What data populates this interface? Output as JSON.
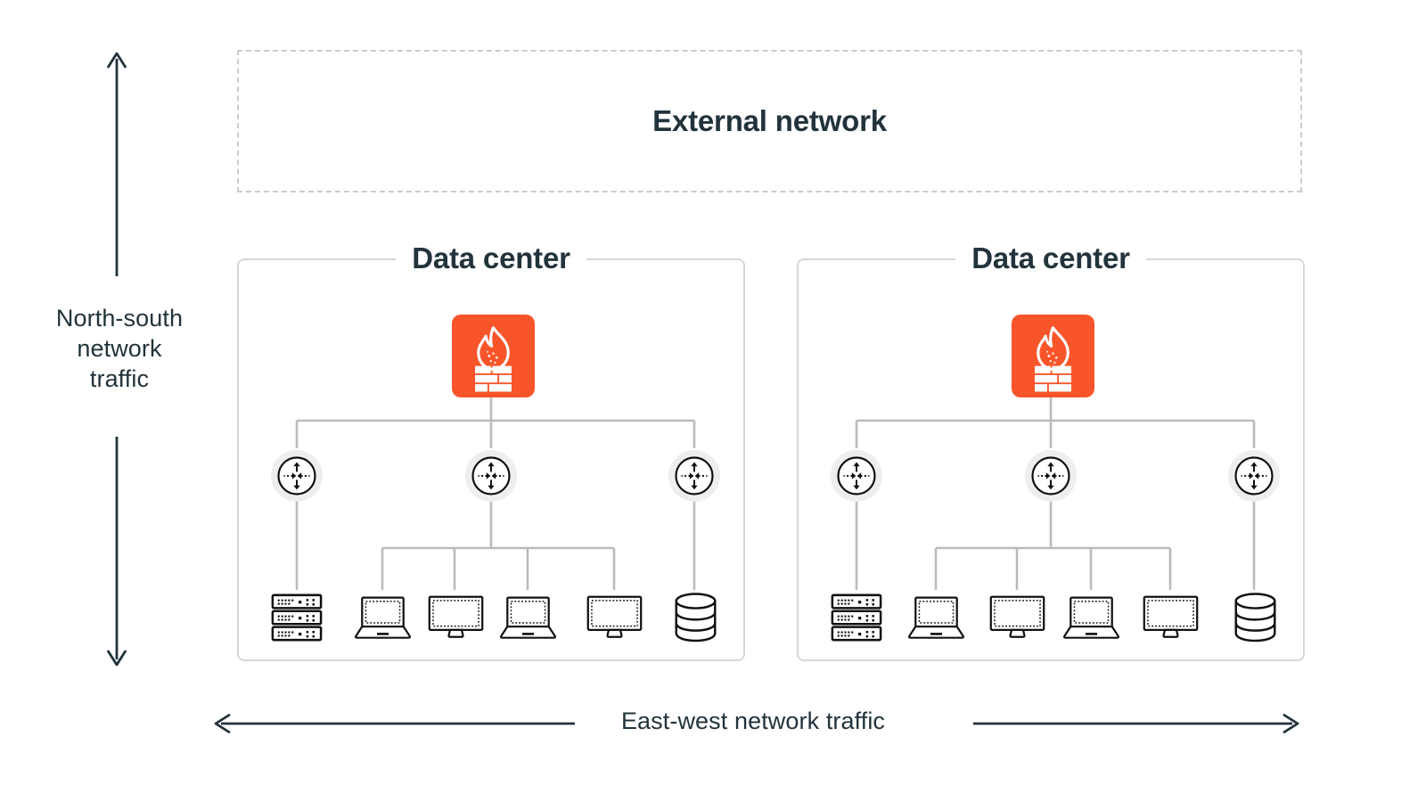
{
  "diagram": {
    "title": "Data center network traffic diagram",
    "colors": {
      "firewall_orange": "#f9552a",
      "ink": "#22333b",
      "wire_gray": "#b9bcbe",
      "panel_border": "#d5d8da",
      "dashed_border": "#c9ccce",
      "node_halo": "#eeeeee",
      "background": "#ffffff"
    },
    "external": {
      "label": "External network",
      "style": "dashed-box"
    },
    "axes": {
      "vertical": {
        "label_lines": [
          "North-south",
          "network",
          "traffic"
        ],
        "label": "North-south network traffic",
        "arrow_style": "double-ended-split",
        "direction": "up-and-down"
      },
      "horizontal": {
        "label": "East-west network traffic",
        "arrow_style": "double-ended-split",
        "direction": "left-and-right"
      }
    },
    "data_centers": [
      {
        "label": "Data center",
        "firewall": {
          "icon": "firewall-icon",
          "label": "Firewall"
        },
        "routers": [
          {
            "icon": "router-icon",
            "label": "Router"
          },
          {
            "icon": "router-icon",
            "label": "Router"
          },
          {
            "icon": "router-icon",
            "label": "Router"
          }
        ],
        "endpoints": [
          {
            "icon": "server-rack-icon",
            "label": "Server rack"
          },
          {
            "icon": "laptop-icon",
            "label": "Laptop"
          },
          {
            "icon": "monitor-icon",
            "label": "Desktop monitor"
          },
          {
            "icon": "laptop-icon",
            "label": "Laptop"
          },
          {
            "icon": "monitor-icon",
            "label": "Desktop monitor"
          },
          {
            "icon": "database-icon",
            "label": "Database"
          }
        ]
      },
      {
        "label": "Data center",
        "firewall": {
          "icon": "firewall-icon",
          "label": "Firewall"
        },
        "routers": [
          {
            "icon": "router-icon",
            "label": "Router"
          },
          {
            "icon": "router-icon",
            "label": "Router"
          },
          {
            "icon": "router-icon",
            "label": "Router"
          }
        ],
        "endpoints": [
          {
            "icon": "server-rack-icon",
            "label": "Server rack"
          },
          {
            "icon": "laptop-icon",
            "label": "Laptop"
          },
          {
            "icon": "monitor-icon",
            "label": "Desktop monitor"
          },
          {
            "icon": "laptop-icon",
            "label": "Laptop"
          },
          {
            "icon": "monitor-icon",
            "label": "Desktop monitor"
          },
          {
            "icon": "database-icon",
            "label": "Database"
          }
        ]
      }
    ]
  }
}
